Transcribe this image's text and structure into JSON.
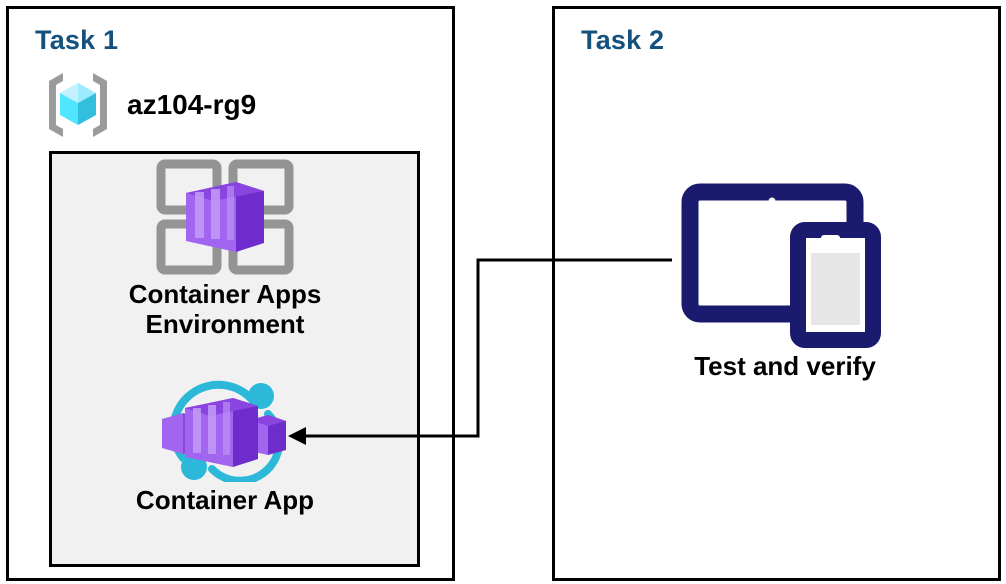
{
  "diagram": {
    "title_color": "#15517d",
    "panels": [
      {
        "id": "task1",
        "title": "Task 1",
        "resource_group": {
          "icon": "resource-group-icon",
          "label": "az104-rg9"
        },
        "nodes": [
          {
            "id": "container-apps-environment",
            "icon": "container-apps-environment-icon",
            "label": "Container Apps\nEnvironment"
          },
          {
            "id": "container-app",
            "icon": "container-app-icon",
            "label": "Container App"
          }
        ]
      },
      {
        "id": "task2",
        "title": "Task 2",
        "nodes": [
          {
            "id": "test-and-verify",
            "icon": "devices-icon",
            "label": "Test and verify"
          }
        ]
      }
    ],
    "connector": {
      "id": "test-to-container-app",
      "from": "test-and-verify",
      "to": "container-app",
      "arrow": "left-arrowhead",
      "color": "#000000"
    },
    "colors": {
      "task_title": "#15517d",
      "panel_border": "#000000",
      "inner_fill": "#f1f1f1",
      "container_purple_light": "#a265f0",
      "container_purple_dark": "#7b2fd4",
      "accent_cyan": "#2cb8d8",
      "rg_cube_cyan": "#50e6ff",
      "rg_bracket_gray": "#9b9b9b",
      "grid_gray": "#949494",
      "device_navy": "#1a1a6e",
      "device_screen_gray": "#e6e6e6",
      "icon_backdrop_white": "#ffffff"
    }
  }
}
